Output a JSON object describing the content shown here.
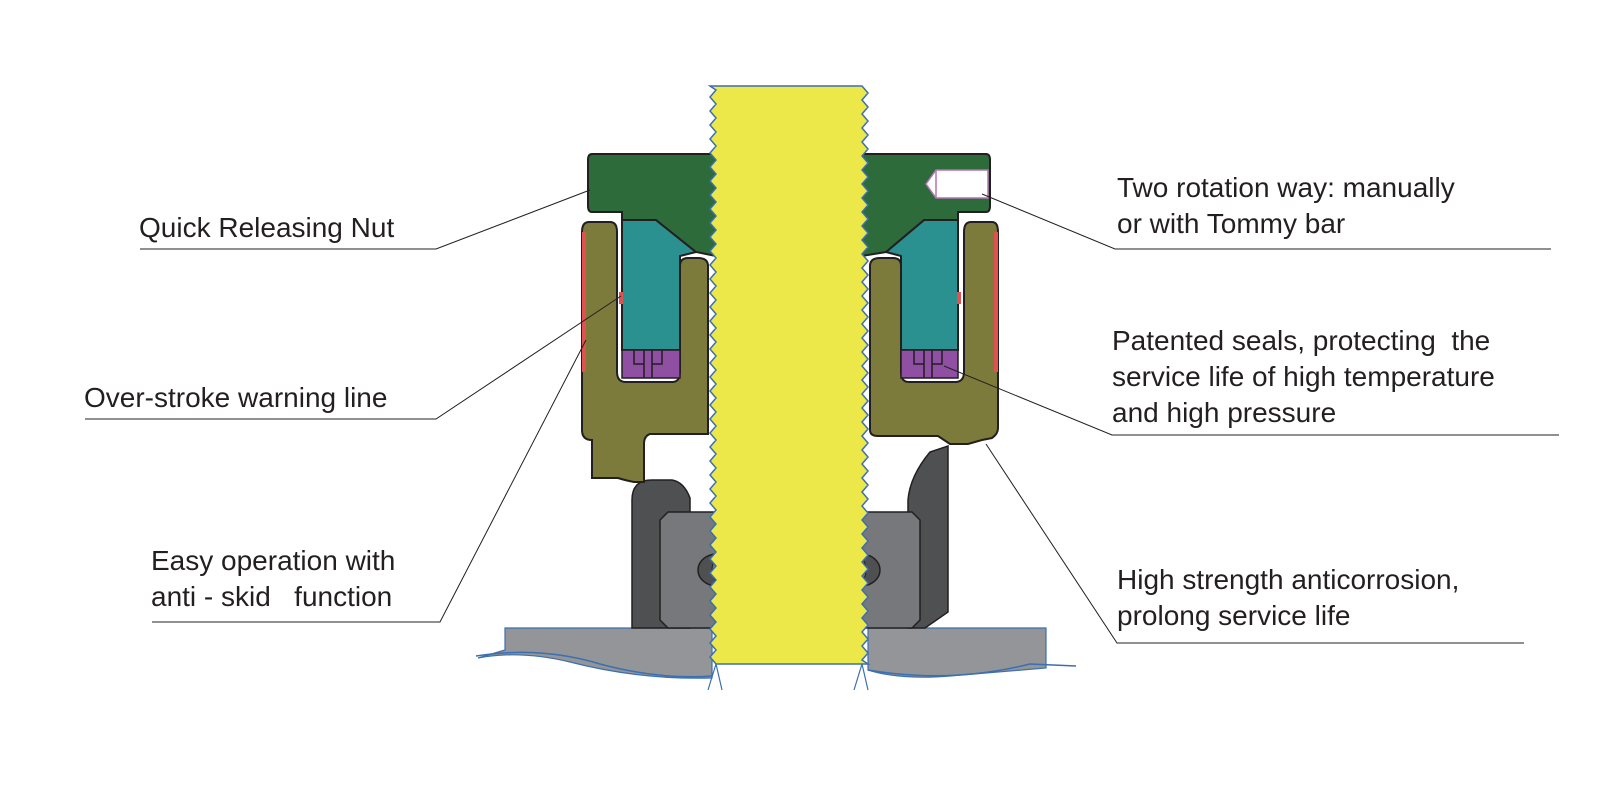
{
  "callouts": {
    "quick_releasing_nut": "Quick Releasing Nut",
    "over_stroke": "Over-stroke warning line",
    "easy_operation_line1": "Easy operation with",
    "easy_operation_line2": "anti - skid   function",
    "two_rotation_line1": "Two rotation way: manually",
    "two_rotation_line2": "or with Tommy bar",
    "patented_line1": "Patented seals, protecting  the",
    "patented_line2": "service life of high temperature",
    "patented_line3": "and high pressure",
    "high_strength_line1": "High strength anticorrosion,",
    "high_strength_line2": "prolong service life"
  },
  "colors": {
    "bolt": "#ede84a",
    "nut": "#2d6b3a",
    "seal": "#2a9090",
    "seal_tip": "#8f4fa3",
    "housing": "#7c7b3c",
    "warning_line": "#e0514f",
    "base_dark": "#4f5052",
    "base_mid": "#77787b",
    "flange": "#939598",
    "outline": "#231f20",
    "thread_outline": "#3b6fb0"
  }
}
